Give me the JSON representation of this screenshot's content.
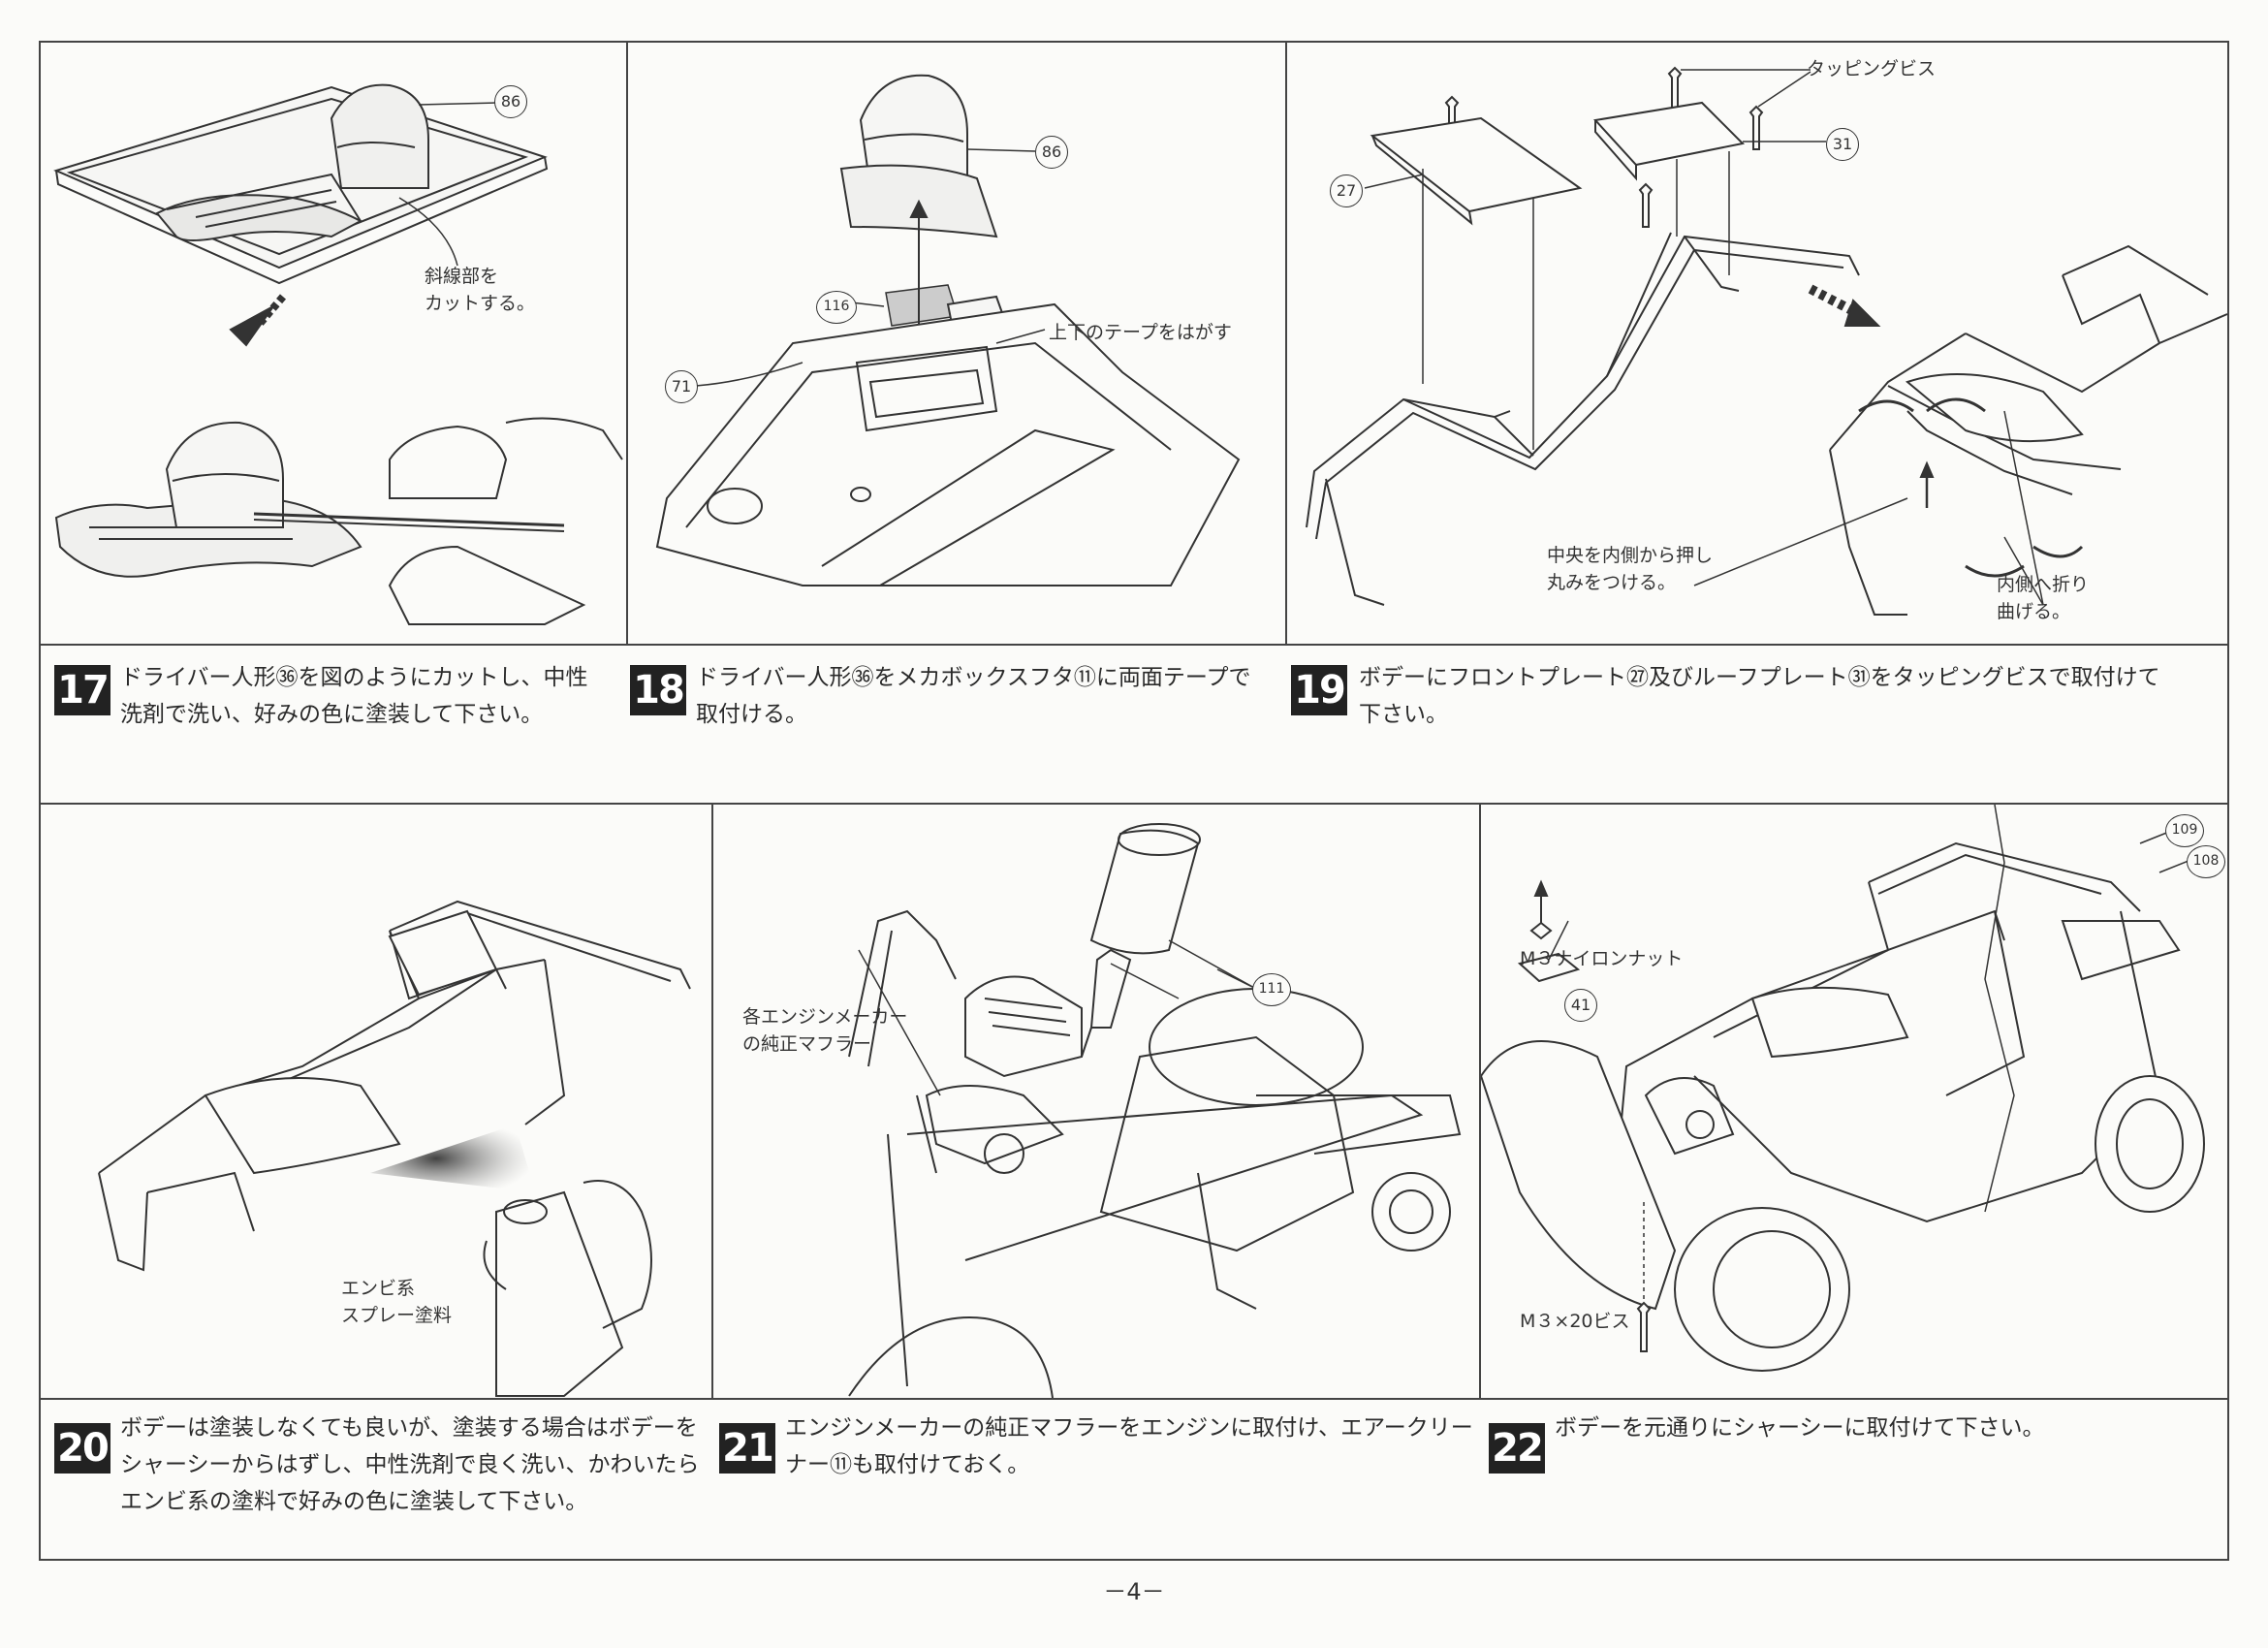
{
  "steps": [
    {
      "number": "17",
      "text": "ドライバー人形㊱を図のようにカットし、中性\n洗剤で洗い、好みの色に塗装して下さい。"
    },
    {
      "number": "18",
      "text": "ドライバー人形㊱をメカボックスフタ⑪に両面テープで\n取付ける。"
    },
    {
      "number": "19",
      "text": "ボデーにフロントプレート㉗及びルーフプレート㉛をタッピングビスで取付けて\n下さい。"
    },
    {
      "number": "20",
      "text": "ボデーは塗装しなくても良いが、塗装する場合はボデーを\nシャーシーからはずし、中性洗剤で良く洗い、かわいたら\nエンビ系の塗料で好みの色に塗装して下さい。"
    },
    {
      "number": "21",
      "text": "エンジンメーカーの純正マフラーをエンジンに取付け、エアークリー\nナー⑪も取付けておく。"
    },
    {
      "number": "22",
      "text": "ボデーを元通りにシャーシーに取付けて下さい。"
    }
  ],
  "callouts": {
    "p17": {
      "part": "86",
      "cut_note_1": "斜線部を",
      "cut_note_2": "カットする。"
    },
    "p18": {
      "part_driver": "86",
      "part_tape": "116",
      "part_box": "71",
      "tape_note": "上下のテープをはがす"
    },
    "p19": {
      "screws": "タッピングビス",
      "part_roof": "31",
      "part_front": "27",
      "press_note_1": "中央を内側から押し",
      "press_note_2": "丸みをつける。",
      "bend_note_1": "内側へ折り",
      "bend_note_2": "曲げる。"
    },
    "p20": {
      "spray_1": "エンビ系",
      "spray_2": "スプレー塗料"
    },
    "p21": {
      "muffler_1": "各エンジンメーカー",
      "muffler_2": "の純正マフラー",
      "part_cleaner": "111"
    },
    "p22": {
      "nut": "M３ナイロンナット",
      "part_plate": "41",
      "screw": "M３×20ビス",
      "part_a": "109",
      "part_b": "108"
    }
  },
  "page_number": "－4－"
}
